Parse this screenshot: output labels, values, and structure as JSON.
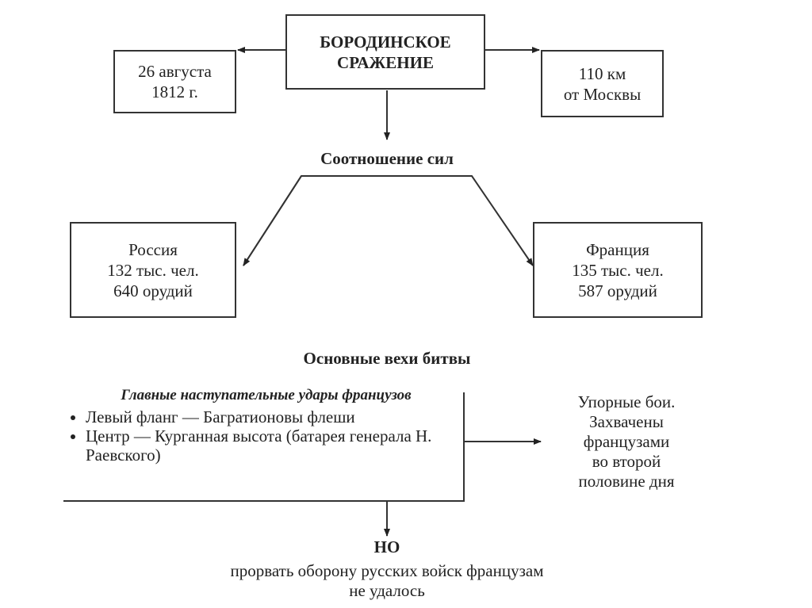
{
  "title": [
    "БОРОДИНСКОЕ",
    "СРАЖЕНИЕ"
  ],
  "date": [
    "26 августа",
    "1812 г."
  ],
  "distance": [
    "110 км",
    "от Москвы"
  ],
  "balance_label": "Соотношение сил",
  "russia": [
    "Россия",
    "132 тыс. чел.",
    "640 орудий"
  ],
  "france": [
    "Франция",
    "135 тыс. чел.",
    "587 орудий"
  ],
  "milestones_label": "Основные вехи битвы",
  "attacks": {
    "heading": "Главные наступательные удары французов",
    "items": [
      "Левый фланг — Багратионовы флеши",
      "Центр — Курганная высота (батарея генерала Н. Раевского)"
    ]
  },
  "result": [
    "Упорные бои.",
    "Захвачены",
    "французами",
    "во второй",
    "половине дня"
  ],
  "but_label": "НО",
  "conclusion": [
    "прорвать оборону русских войск французам",
    "не удалось"
  ]
}
